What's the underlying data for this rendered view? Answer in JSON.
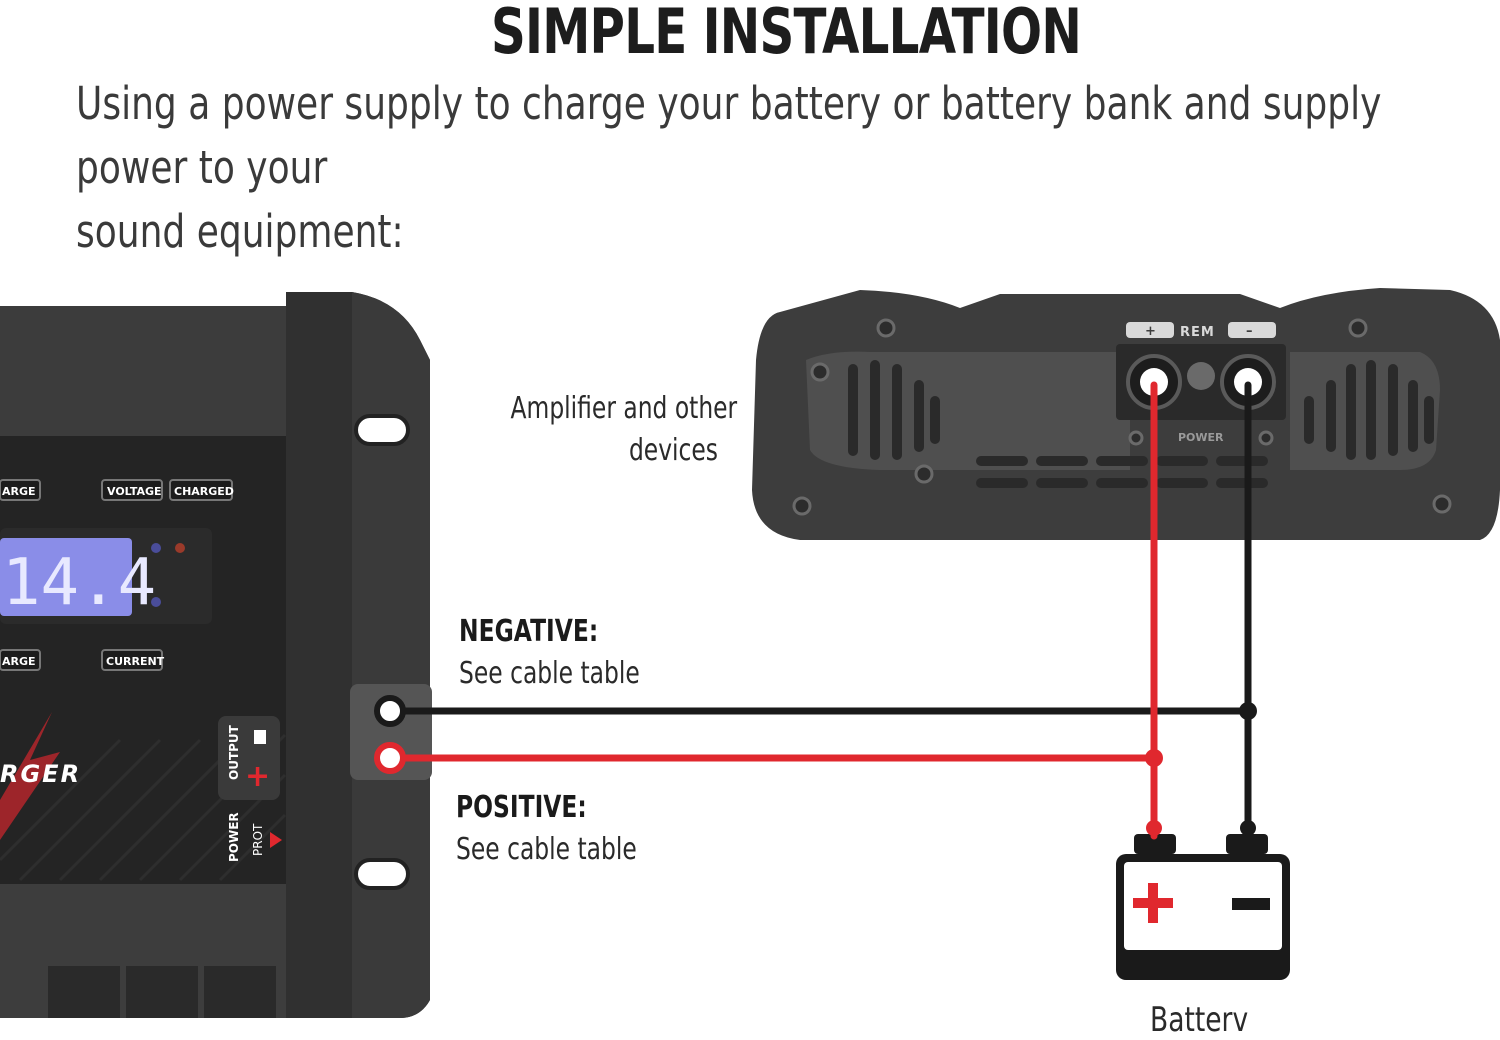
{
  "header": {
    "title": "SIMPLE INSTALLATION",
    "subtitle_line1": "Using a power supply to charge your battery or battery bank and supply power to your",
    "subtitle_line2": "sound equipment:"
  },
  "labels": {
    "amplifier_line1": "Amplifier and other",
    "amplifier_line2": "devices",
    "negative_title": "NEGATIVE:",
    "negative_sub": "See cable table",
    "positive_title": "POSITIVE:",
    "positive_sub": "See cable table",
    "battery": "Batterv"
  },
  "charger": {
    "display_value": "14.4",
    "tag_charge_top": "ARGE",
    "tag_voltage": "VOLTAGE",
    "tag_charged": "CHARGED",
    "tag_charge_bottom": "ARGE",
    "tag_current": "CURRENT",
    "brand_fragment": "RGER",
    "output_label": "OUTPUT",
    "power_label": "POWER",
    "prot_label": "PROT"
  },
  "amplifier": {
    "rem_label": "REM",
    "plus_label": "+",
    "minus_label": "–",
    "power_label": "POWER"
  },
  "colors": {
    "positive_wire": "#e0282e",
    "negative_wire": "#1a1a1a",
    "device_body": "#3a3a3a",
    "device_dark": "#222222",
    "display_bg": "#8a8de8"
  }
}
